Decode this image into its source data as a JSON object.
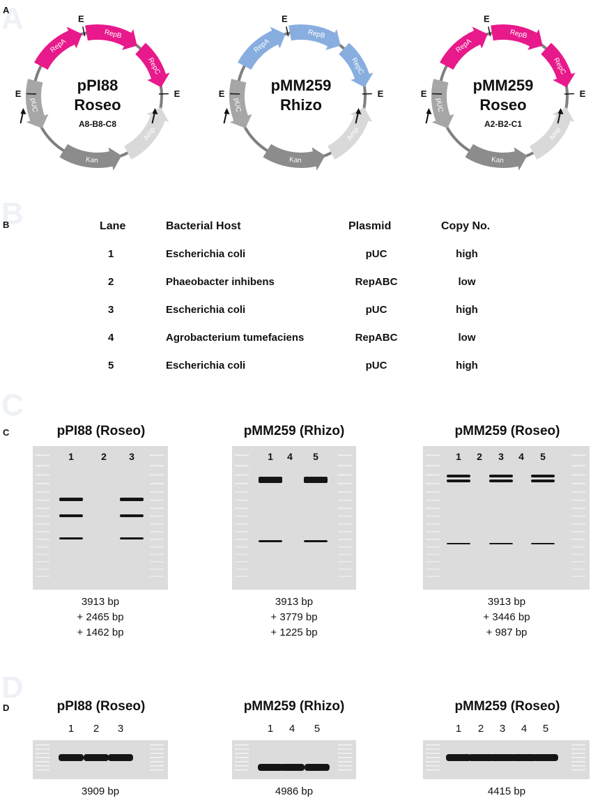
{
  "panels": {
    "A": "A",
    "B": "B",
    "C": "C",
    "D": "D"
  },
  "plasmid_maps": [
    {
      "name": "pPI88",
      "host": "Roseo",
      "genotype": "A8-B8-C8",
      "rep_color": "#e8198a",
      "genes": {
        "repA": "RepA",
        "repB": "RepB",
        "repC": "RepC",
        "amp": "Amp",
        "kan": "Kan",
        "puc": "pUC"
      },
      "ecori": "E"
    },
    {
      "name": "pMM259",
      "host": "Rhizo",
      "genotype": "",
      "rep_color": "#88aedf",
      "genes": {
        "repA": "RepA",
        "repB": "RepB",
        "repC": "RepC",
        "amp": "Amp",
        "kan": "Kan",
        "puc": "pUC"
      },
      "ecori": "E"
    },
    {
      "name": "pMM259",
      "host": "Roseo",
      "genotype": "A2-B2-C1",
      "rep_color": "#e8198a",
      "genes": {
        "repA": "RepA",
        "repB": "RepB",
        "repC": "RepC",
        "amp": "Amp",
        "kan": "Kan",
        "puc": "pUC"
      },
      "ecori": "E"
    }
  ],
  "table": {
    "headers": {
      "lane": "Lane",
      "host": "Bacterial Host",
      "plasmid": "Plasmid",
      "copy": "Copy No."
    },
    "rows": [
      {
        "lane": "1",
        "host": "Escherichia coli",
        "plasmid": "pUC",
        "copy": "high"
      },
      {
        "lane": "2",
        "host": "Phaeobacter inhibens",
        "plasmid": "RepABC",
        "copy": "low"
      },
      {
        "lane": "3",
        "host": "Escherichia coli",
        "plasmid": "pUC",
        "copy": "high"
      },
      {
        "lane": "4",
        "host": "Agrobacterium tumefaciens",
        "plasmid": "RepABC",
        "copy": "low"
      },
      {
        "lane": "5",
        "host": "Escherichia coli",
        "plasmid": "pUC",
        "copy": "high"
      }
    ]
  },
  "gels_c": [
    {
      "title": "pPI88 (Roseo)",
      "lanes": [
        "1",
        "2",
        "3"
      ],
      "sizes": {
        "a": "3913 bp",
        "b": "+ 2465 bp",
        "c": "+ 1462 bp"
      }
    },
    {
      "title": "pMM259 (Rhizo)",
      "lanes": [
        "1",
        "4",
        "5"
      ],
      "sizes": {
        "a": "3913 bp",
        "b": "+ 3779 bp",
        "c": "+ 1225 bp"
      }
    },
    {
      "title": "pMM259 (Roseo)",
      "lanes": [
        "1",
        "2",
        "3",
        "4",
        "5"
      ],
      "sizes": {
        "a": "3913 bp",
        "b": "+ 3446 bp",
        "c": "+ 987 bp"
      }
    }
  ],
  "gels_d": [
    {
      "title": "pPI88 (Roseo)",
      "lanes": [
        "1",
        "2",
        "3"
      ],
      "size": "3909 bp"
    },
    {
      "title": "pMM259 (Rhizo)",
      "lanes": [
        "1",
        "4",
        "5"
      ],
      "size": "4986 bp"
    },
    {
      "title": "pMM259 (Roseo)",
      "lanes": [
        "1",
        "2",
        "3",
        "4",
        "5"
      ],
      "size": "4415 bp"
    }
  ],
  "colors": {
    "gel_background": "#dcdcdc",
    "band": "#151515",
    "backbone": "#7f7f7f",
    "amp": "#d9d9d9",
    "kan": "#8c8c8c",
    "puc": "#a6a6a6"
  }
}
